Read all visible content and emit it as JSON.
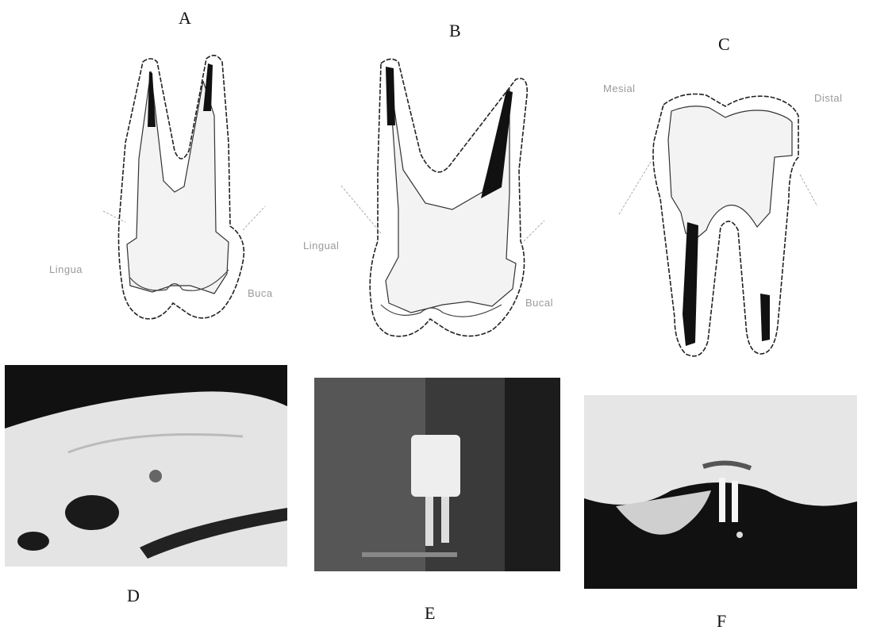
{
  "panels": {
    "A": {
      "letter": "A",
      "labels": {
        "lingual": "Lingua",
        "buccal": "Buca"
      }
    },
    "B": {
      "letter": "B",
      "labels": {
        "lingual": "Lingual",
        "buccal": "Bucal"
      }
    },
    "C": {
      "letter": "C",
      "labels": {
        "mesial": "Mesial",
        "distal": "Distal"
      }
    },
    "D": {
      "letter": "D"
    },
    "E": {
      "letter": "E"
    },
    "F": {
      "letter": "F"
    }
  },
  "colors": {
    "ink": "#111111",
    "label_gray": "#9a9a9a",
    "fill_light": "#f3f3f3"
  }
}
